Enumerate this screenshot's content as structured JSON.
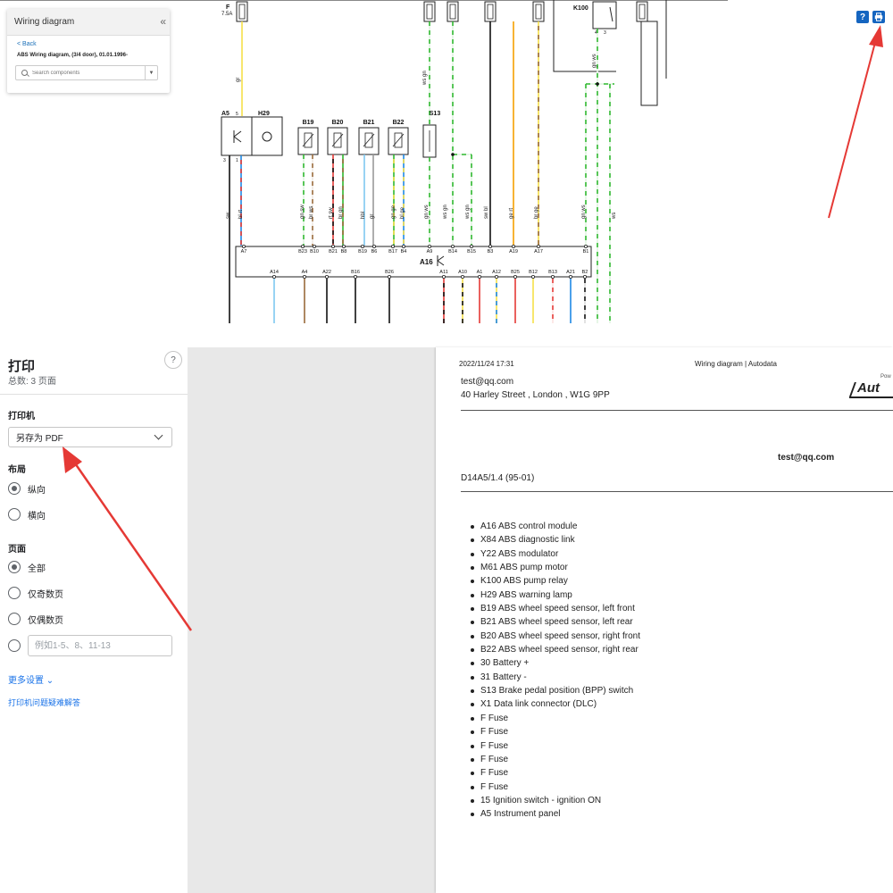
{
  "viewer": {
    "panel_title": "Wiring diagram",
    "collapse_glyph": "«",
    "back_label": "< Back",
    "diagram_title": "ABS Wiring diagram, (3/4 door), 01.01.1996-",
    "search_placeholder": "Search components",
    "help_glyph": "?",
    "print_icon": "printer-icon"
  },
  "diagram": {
    "fuse_label": "F",
    "fuse_rating": "7.5A",
    "relay_label": "K100",
    "relay_pins": [
      "4",
      "3"
    ],
    "top_wire_label": "gr",
    "a5_label": "A5",
    "h29_label": "H29",
    "a5_pins": [
      "5",
      "3",
      "1"
    ],
    "sensors": [
      "B19",
      "B20",
      "B21",
      "B22",
      "S13"
    ],
    "module_label": "A16",
    "top_pins": [
      "A7",
      "B23",
      "B10",
      "B21",
      "B8",
      "B19",
      "B6",
      "B17",
      "B4",
      "A9",
      "B14",
      "B15",
      "B3",
      "A19",
      "A17",
      "B1"
    ],
    "bottom_pins": [
      "A14",
      "A4",
      "A22",
      "B16",
      "B26",
      "A11",
      "A10",
      "A1",
      "A12",
      "B25",
      "B12",
      "B13",
      "A21",
      "B2"
    ],
    "wire_colors": [
      "sw",
      "bl rt",
      "gn sw",
      "br ws",
      "rt sw",
      "br gn",
      "hbl",
      "gr",
      "gn ge",
      "bl ge",
      "gn ws",
      "ws gn",
      "ws gn",
      "sw bl",
      "ge rt",
      "br ge",
      "gn ws",
      "ws"
    ],
    "upper_wire_labels": [
      "ws gn",
      "gn ws"
    ]
  },
  "print": {
    "title": "打印",
    "total": "总数: 3 页面",
    "help_glyph": "?",
    "printer_label": "打印机",
    "printer_value": "另存为 PDF",
    "layout_label": "布局",
    "layout_options": [
      "纵向",
      "横向"
    ],
    "pages_label": "页面",
    "pages_options": [
      "全部",
      "仅奇数页",
      "仅偶数页"
    ],
    "custom_placeholder": "例如1-5、8、11-13",
    "more_settings": "更多设置 ⌄",
    "troubleshoot": "打印机问题疑难解答"
  },
  "page": {
    "date": "2022/11/24 17:31",
    "heading": "Wiring diagram | Autodata",
    "powered": "Pow",
    "logo": "Aut",
    "email": "test@qq.com",
    "address": "40 Harley Street , London , W1G 9PP",
    "user": "test@qq.com",
    "model": "D14A5/1.4 (95-01)",
    "legend": [
      "A16 ABS control module",
      "X84 ABS diagnostic link",
      "Y22 ABS modulator",
      "M61 ABS pump motor",
      "K100 ABS pump relay",
      "H29 ABS warning lamp",
      "B19 ABS wheel speed sensor, left front",
      "B21 ABS wheel speed sensor, left rear",
      "B20 ABS wheel speed sensor, right front",
      "B22 ABS wheel speed sensor, right rear",
      "30 Battery +",
      "31 Battery -",
      "S13 Brake pedal position (BPP) switch",
      "X1 Data link connector (DLC)",
      "F Fuse",
      "F Fuse",
      "F Fuse",
      "F Fuse",
      "F Fuse",
      "F Fuse",
      "15 Ignition switch - ignition ON",
      "A5 Instrument panel"
    ]
  },
  "colors": {
    "accent_blue": "#1565c0",
    "link_blue": "#1a73e8",
    "annotation_red": "#e53935",
    "preview_gray": "#e8e8e8"
  }
}
